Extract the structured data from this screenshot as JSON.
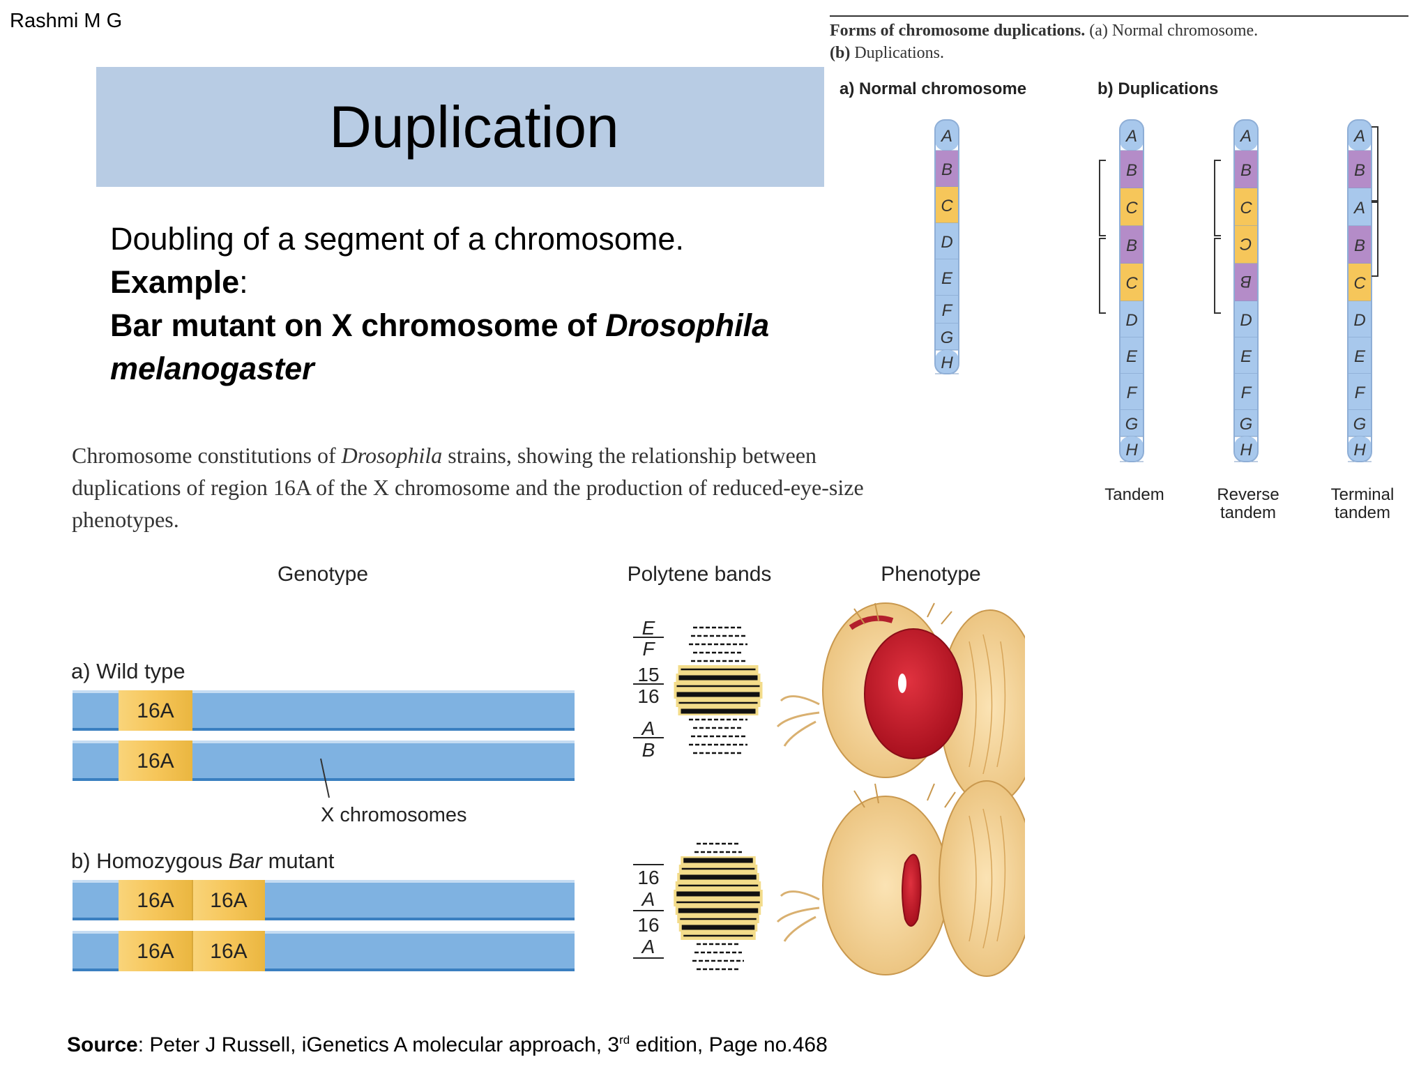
{
  "author": "Rashmi M G",
  "title": "Duplication",
  "description": {
    "line1": "Doubling of a segment of a chromosome.",
    "example_label": "Example",
    "example_colon": ":",
    "mutant_text": "Bar mutant on X chromosome of ",
    "genus": "Drosophila",
    "species": "melanogaster"
  },
  "figure_top": {
    "caption_bold": "Forms of chromosome duplications.",
    "caption_a": " (a) Normal chromosome.",
    "caption_b_label": "(b)",
    "caption_b": " Duplications.",
    "label_a": "a) Normal chromosome",
    "label_b": "b) Duplications",
    "normal": [
      "A",
      "B",
      "C",
      "D",
      "E",
      "F",
      "G",
      "H"
    ],
    "tandem": [
      "A",
      "B",
      "C",
      "B",
      "C",
      "D",
      "E",
      "F",
      "G",
      "H"
    ],
    "reverse": [
      "A",
      "B",
      "C",
      "C",
      "B",
      "D",
      "E",
      "F",
      "G",
      "H"
    ],
    "terminal": [
      "A",
      "B",
      "A",
      "B",
      "C",
      "D",
      "E",
      "F",
      "G",
      "H"
    ],
    "types": [
      {
        "line1": "Tandem",
        "line2": ""
      },
      {
        "line1": "Reverse",
        "line2": "tandem"
      },
      {
        "line1": "Terminal",
        "line2": "tandem"
      }
    ],
    "colors": {
      "A": "#a8c8ec",
      "B": "#b48cc8",
      "C": "#f6c65a",
      "D": "#a8c8ec",
      "E": "#a8c8ec",
      "F": "#a8c8ec",
      "G": "#a8c8ec",
      "H": "#a8c8ec"
    }
  },
  "figure_bottom": {
    "caption_pre": "Chromosome constitutions of ",
    "caption_italic": "Drosophila",
    "caption_post": " strains, showing the relationship between duplications of region 16A of the X chromosome and the production of reduced-eye-size phenotypes.",
    "col_genotype": "Genotype",
    "col_bands": "Polytene bands",
    "col_phenotype": "Phenotype",
    "wild_label": "a) Wild type",
    "bar_label_pre": "b) Homozygous ",
    "bar_label_italic": "Bar",
    "bar_label_post": " mutant",
    "segment_label": "16A",
    "x_chrom_label": "X chromosomes",
    "band_labels_a": [
      "E",
      "F",
      "15",
      "16",
      "A",
      "B"
    ],
    "band_labels_b": [
      "16",
      "A",
      "16",
      "A"
    ],
    "chromosome_color": "#7fb2e1",
    "segment_color": "#f6c65a"
  },
  "source": {
    "label": "Source",
    "text": ": Peter J Russell, iGenetics A molecular approach, 3",
    "sup": "rd",
    "text2": " edition, Page no.468"
  }
}
